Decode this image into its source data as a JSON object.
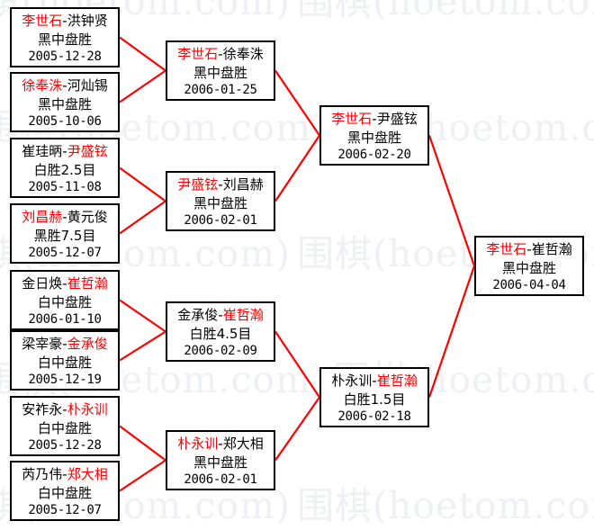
{
  "meta": {
    "watermark_text": "围棋(hoetom.com)",
    "winner_color": "#ff0000",
    "loser_color": "#000000",
    "line_color": "#ff0000",
    "box_border_color": "#000000",
    "background_color": "#ffffff"
  },
  "bracket": {
    "round1": [
      {
        "id": "r1-m1",
        "left_player": "李世石",
        "right_player": "洪钟贤",
        "winner_side": "left",
        "result": "黑中盘胜",
        "date": "2005-12-28"
      },
      {
        "id": "r1-m2",
        "left_player": "徐奉洙",
        "right_player": "河灿锡",
        "winner_side": "left",
        "result": "黑中盘胜",
        "date": "2005-10-06"
      },
      {
        "id": "r1-m3",
        "left_player": "崔珪昞",
        "right_player": "尹盛铉",
        "winner_side": "right",
        "result": "白胜2.5目",
        "date": "2005-11-08"
      },
      {
        "id": "r1-m4",
        "left_player": "刘昌赫",
        "right_player": "黄元俊",
        "winner_side": "left",
        "result": "黑胜7.5目",
        "date": "2005-12-07"
      },
      {
        "id": "r1-m5",
        "left_player": "金日焕",
        "right_player": "崔哲瀚",
        "winner_side": "right",
        "result": "白中盘胜",
        "date": "2006-01-10"
      },
      {
        "id": "r1-m6",
        "left_player": "梁宰豪",
        "right_player": "金承俊",
        "winner_side": "right",
        "result": "白中盘胜",
        "date": "2005-12-19"
      },
      {
        "id": "r1-m7",
        "left_player": "安祚永",
        "right_player": "朴永训",
        "winner_side": "right",
        "result": "白中盘胜",
        "date": "2005-12-28"
      },
      {
        "id": "r1-m8",
        "left_player": "芮乃伟",
        "right_player": "郑大相",
        "winner_side": "right",
        "result": "白中盘胜",
        "date": "2005-12-07"
      }
    ],
    "round2": [
      {
        "id": "r2-m1",
        "left_player": "李世石",
        "right_player": "徐奉洙",
        "winner_side": "left",
        "result": "黑中盘胜",
        "date": "2006-01-25"
      },
      {
        "id": "r2-m2",
        "left_player": "尹盛铉",
        "right_player": "刘昌赫",
        "winner_side": "left",
        "result": "黑中盘胜",
        "date": "2006-02-01"
      },
      {
        "id": "r2-m3",
        "left_player": "金承俊",
        "right_player": "崔哲瀚",
        "winner_side": "right",
        "result": "白胜4.5目",
        "date": "2006-02-09"
      },
      {
        "id": "r2-m4",
        "left_player": "朴永训",
        "right_player": "郑大相",
        "winner_side": "left",
        "result": "黑中盘胜",
        "date": "2006-02-01"
      }
    ],
    "round3": [
      {
        "id": "r3-m1",
        "left_player": "李世石",
        "right_player": "尹盛铉",
        "winner_side": "left",
        "result": "黑中盘胜",
        "date": "2006-02-20"
      },
      {
        "id": "r3-m2",
        "left_player": "朴永训",
        "right_player": "崔哲瀚",
        "winner_side": "right",
        "result": "白胜1.5目",
        "date": "2006-02-18"
      }
    ],
    "final": [
      {
        "id": "final-m1",
        "left_player": "李世石",
        "right_player": "崔哲瀚",
        "winner_side": "left",
        "result": "黑中盘胜",
        "date": "2006-04-04"
      }
    ]
  }
}
